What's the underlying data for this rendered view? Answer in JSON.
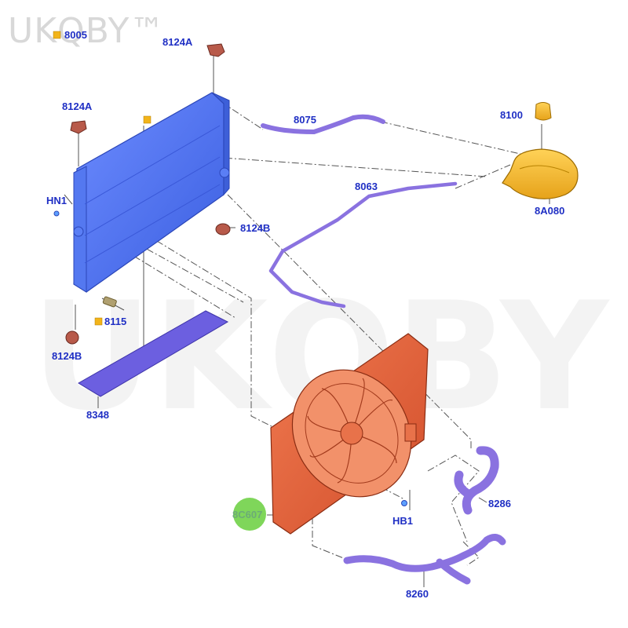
{
  "watermark": {
    "text": "UKQBY™"
  },
  "parts": {
    "p8005": "8005",
    "p8124a_top": "8124A",
    "p8124a_left": "8124A",
    "p8075": "8075",
    "p8100": "8100",
    "p8063": "8063",
    "p8a080": "8A080",
    "hn1": "HN1",
    "p8124b_right": "8124B",
    "p8115": "8115",
    "p8124b_bottom": "8124B",
    "p8348": "8348",
    "p8c607": "8C607",
    "hb1": "HB1",
    "p8286": "8286",
    "p8260": "8260"
  },
  "colors": {
    "radiator": "#4a6ef0",
    "fan_shroud": "#e2603a",
    "reservoir": "#f0b82a",
    "hose": "#8a72e0",
    "seal": "#6b5fd8",
    "clip": "#b85a4a",
    "callout_bubble": "#7fd65a",
    "label": "#1f2fc4",
    "marker": "#f2b41a"
  }
}
